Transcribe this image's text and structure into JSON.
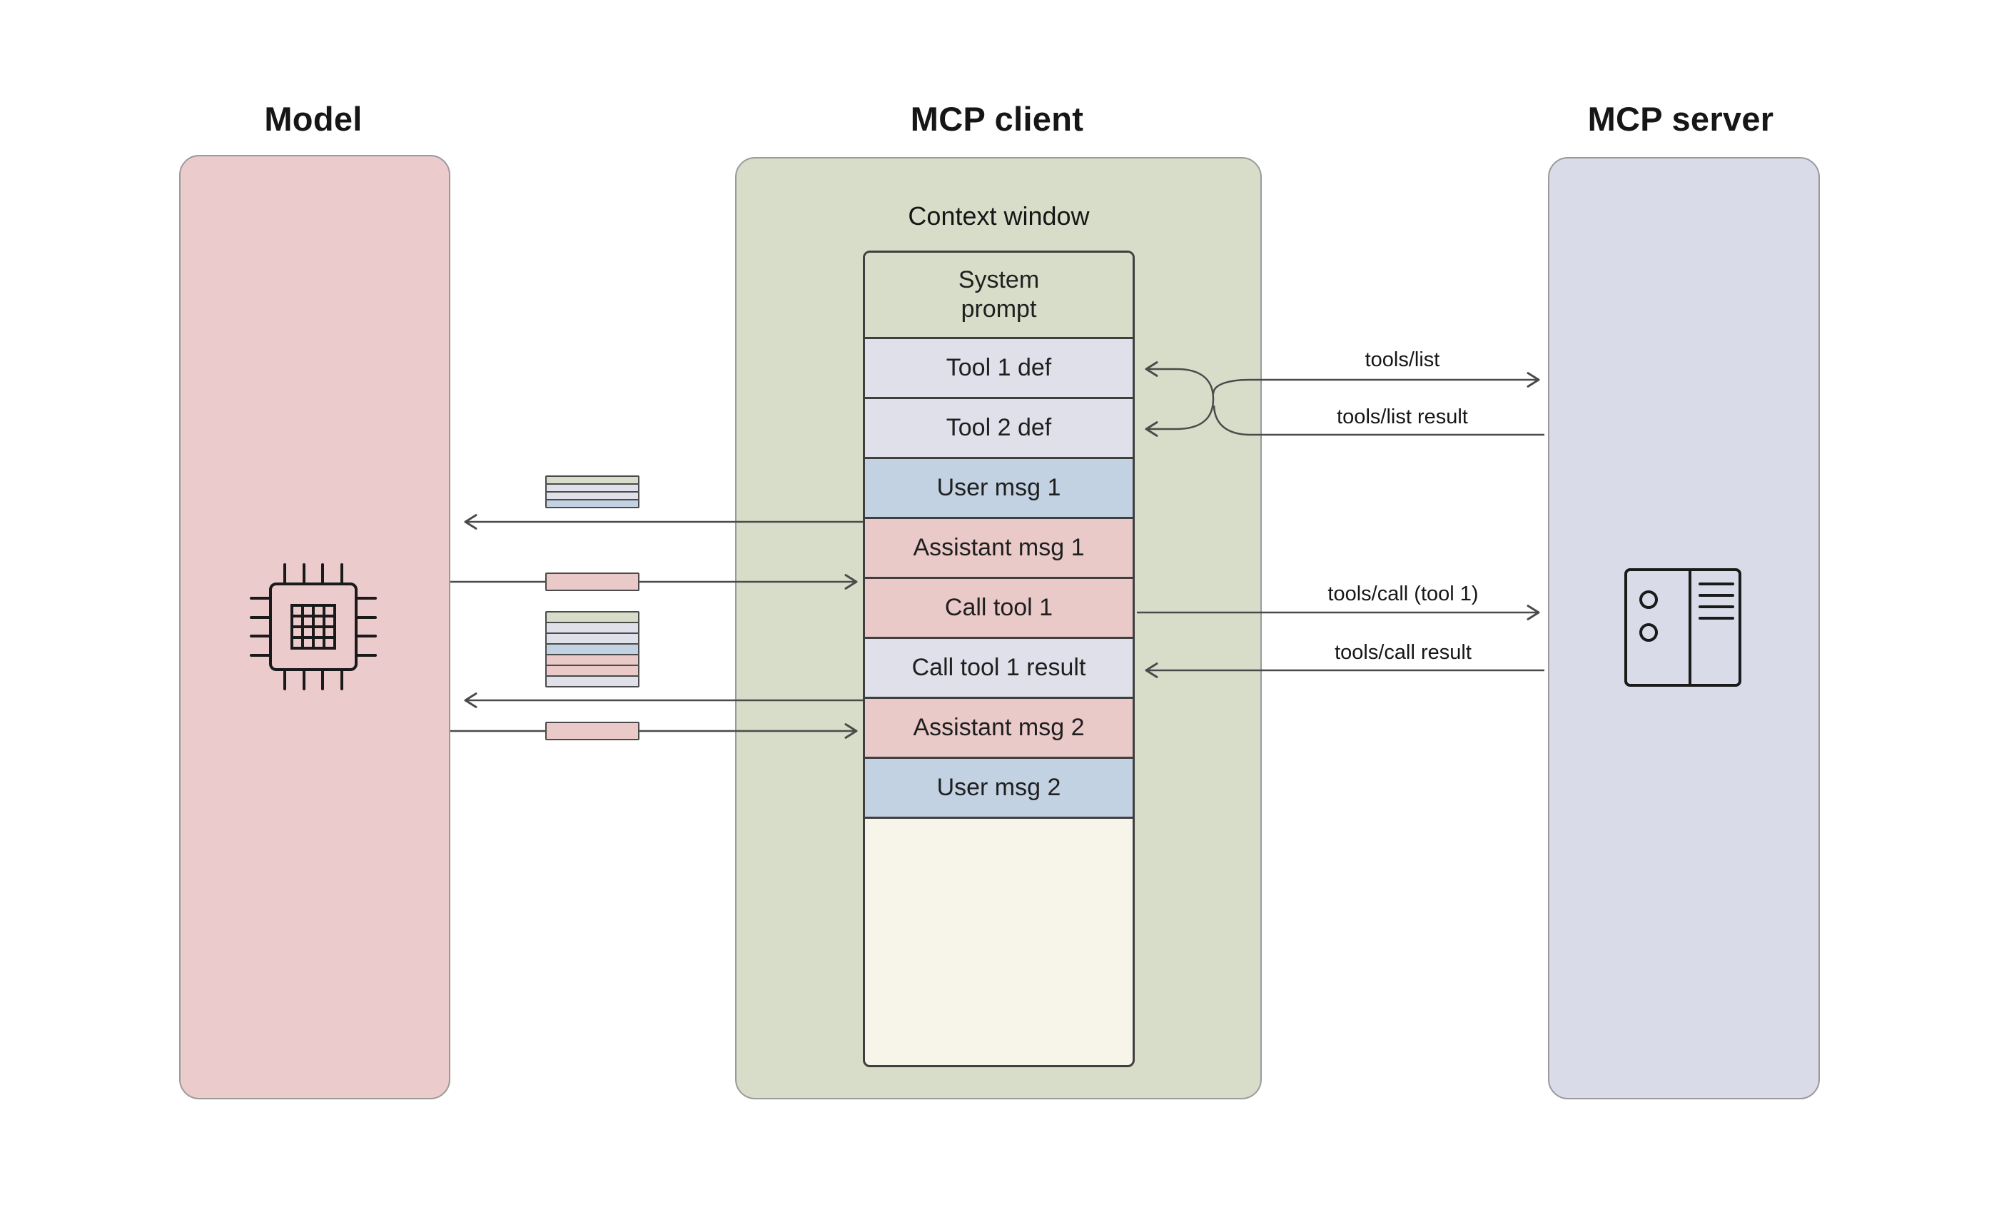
{
  "columns": {
    "model": {
      "title": "Model",
      "icon": "cpu-chip-icon"
    },
    "client": {
      "title": "MCP client",
      "context_window_label": "Context window"
    },
    "server": {
      "title": "MCP server",
      "icon": "server-icon"
    }
  },
  "context_rows": [
    {
      "label": "System prompt",
      "color": "#d8ddc9"
    },
    {
      "label": "Tool 1 def",
      "color": "#e0e0eb"
    },
    {
      "label": "Tool 2 def",
      "color": "#e0e0eb"
    },
    {
      "label": "User msg 1",
      "color": "#c2d2e2"
    },
    {
      "label": "Assistant msg 1",
      "color": "#eac9c9"
    },
    {
      "label": "Call tool 1",
      "color": "#eac9c9"
    },
    {
      "label": "Call tool 1 result",
      "color": "#e0e0eb"
    },
    {
      "label": "Assistant msg 2",
      "color": "#eac9c9"
    },
    {
      "label": "User msg 2",
      "color": "#c2d2e2"
    }
  ],
  "arrow_labels": {
    "tools_list": "tools/list",
    "tools_list_result": "tools/list result",
    "tools_call": "tools/call (tool 1)",
    "tools_call_result": "tools/call result"
  },
  "token_stacks": {
    "context_to_model_1": [
      "#d8ddc9",
      "#e0e0eb",
      "#e0e0eb",
      "#c2d2e2"
    ],
    "model_output_1": [
      "#eac9c9"
    ],
    "context_to_model_2": [
      "#d8ddc9",
      "#e0e0eb",
      "#e0e0eb",
      "#c2d2e2",
      "#eac9c9",
      "#eac9c9",
      "#e0e0eb"
    ],
    "model_output_2": [
      "#eac9c9"
    ]
  },
  "colors": {
    "background": "#ffffff",
    "model_panel": "#ebcbcb",
    "client_panel": "#d8ddc9",
    "server_panel": "#dadbe8",
    "context_window_bg": "#f7f4ea",
    "line": "#4a4a4a",
    "text": "#1f1f1f"
  }
}
